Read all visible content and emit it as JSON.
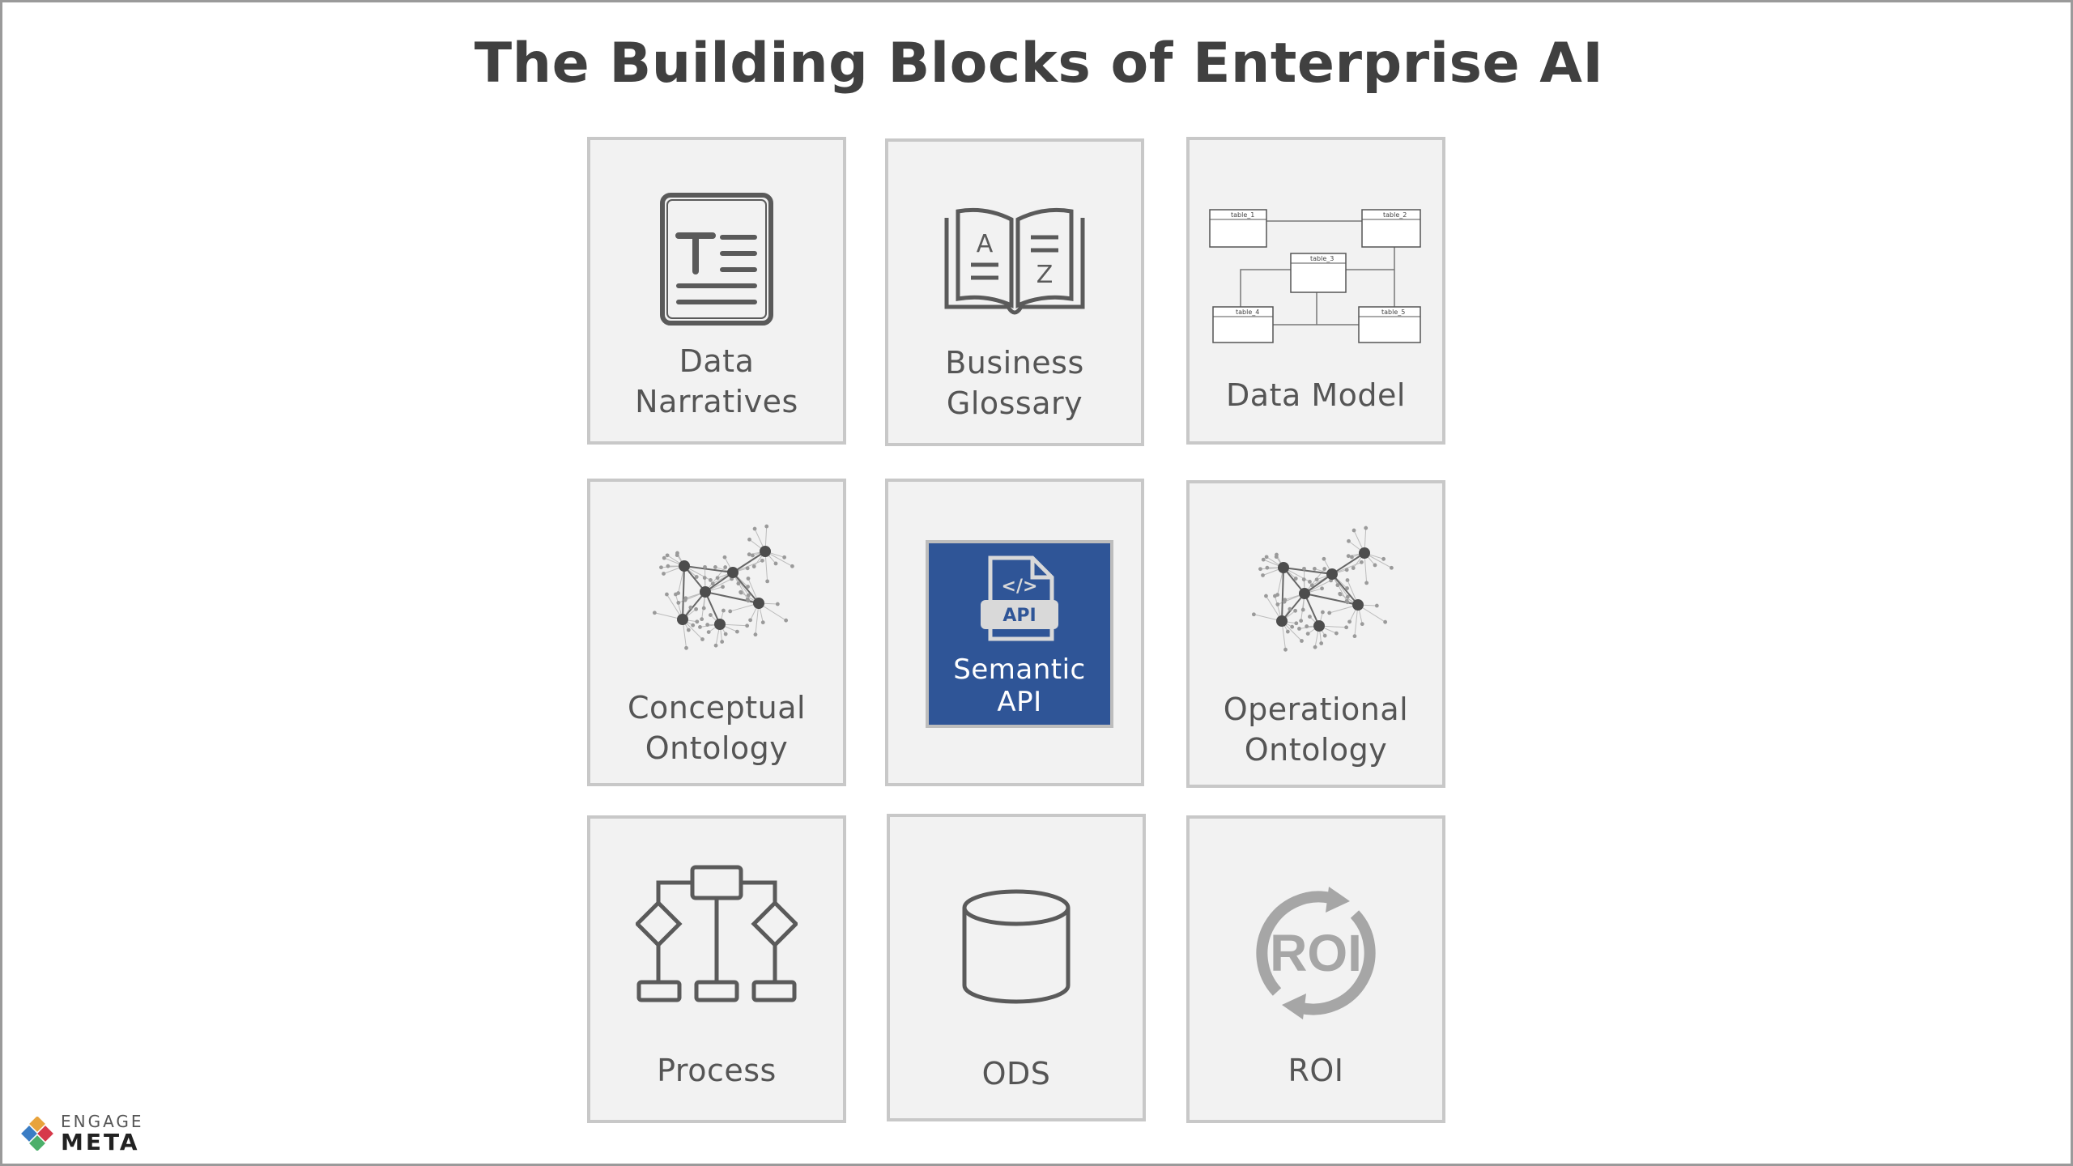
{
  "slide": {
    "title": "The Building Blocks of Enterprise AI"
  },
  "tiles": {
    "data_narratives": {
      "line1": "Data",
      "line2": "Narratives",
      "icon": "document-text-icon"
    },
    "business_glossary": {
      "line1": "Business",
      "line2": "Glossary",
      "icon": "open-book-az-icon",
      "letter_a": "A",
      "letter_z": "Z"
    },
    "data_model": {
      "line1": "Data Model",
      "icon": "entity-relationship-diagram-icon",
      "tables": [
        "table_1",
        "table_2",
        "table_3",
        "table_4",
        "table_5"
      ]
    },
    "conceptual_ontology": {
      "line1": "Conceptual",
      "line2": "Ontology",
      "icon": "network-graph-icon"
    },
    "semantic_api": {
      "line1": "Semantic",
      "line2": "API",
      "icon": "api-document-icon",
      "badge": "API",
      "code": "</>"
    },
    "operational_ontology": {
      "line1": "Operational",
      "line2": "Ontology",
      "icon": "network-graph-icon"
    },
    "process": {
      "line1": "Process",
      "icon": "flowchart-icon"
    },
    "ods": {
      "line1": "ODS",
      "icon": "database-cylinder-icon"
    },
    "roi": {
      "line1": "ROI",
      "icon": "roi-cycle-icon",
      "badge": "ROI"
    }
  },
  "logo": {
    "line1": "ENGAGE",
    "line2": "META"
  },
  "colors": {
    "title": "#404040",
    "tile_bg": "#f2f2f2",
    "tile_border": "#c8c8c8",
    "label": "#555555",
    "icon": "#5a5a5a",
    "api_box": "#2f5597",
    "roi_icon": "#a6a6a6"
  }
}
